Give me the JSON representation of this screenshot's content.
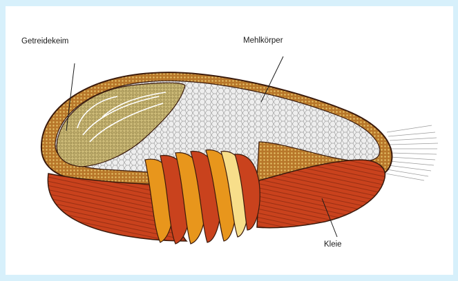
{
  "labels": {
    "germ": "Getreidekeim",
    "endosperm": "Mehlkörper",
    "bran": "Kleie"
  },
  "colors": {
    "background": "#d7f0fb",
    "panel": "#ffffff",
    "bran_red": "#c9421d",
    "bran_orange": "#e8961c",
    "bran_light": "#f7de8a",
    "endosperm": "#ececec",
    "germ": "#c9b873",
    "outline": "#3a1a0c"
  },
  "icons": [
    "wheat-grain-cross-section-illustration"
  ]
}
